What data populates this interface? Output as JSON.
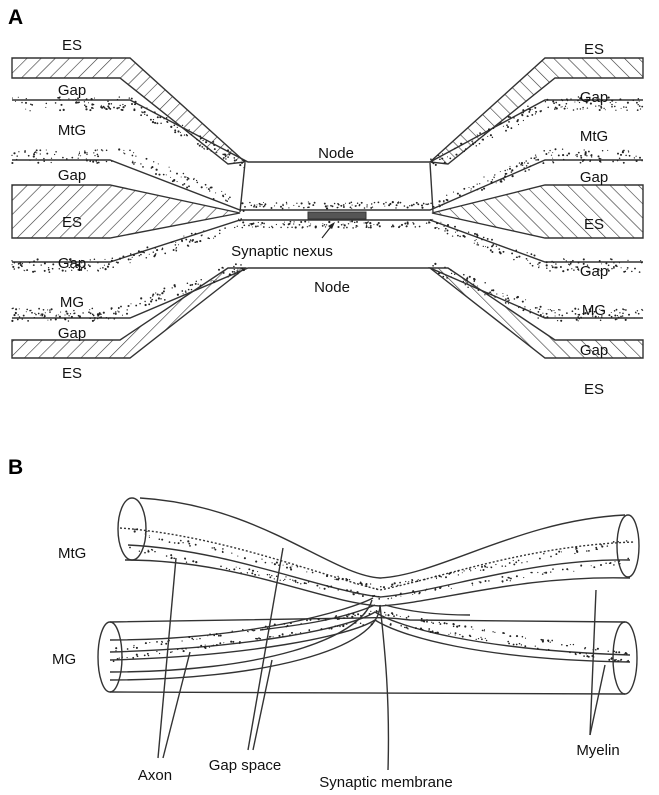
{
  "panel_a": {
    "letter": "A",
    "left_labels": [
      "ES",
      "Gap",
      "MtG",
      "Gap",
      "ES",
      "Gap",
      "MG",
      "Gap",
      "ES"
    ],
    "right_labels": [
      "ES",
      "Gap",
      "MtG",
      "Gap",
      "ES",
      "Gap",
      "MG",
      "Gap",
      "ES"
    ],
    "node_top": "Node",
    "node_bottom": "Node",
    "synaptic_nexus": "Synaptic nexus"
  },
  "panel_b": {
    "letter": "B",
    "mtg": "MtG",
    "mg": "MG",
    "axon": "Axon",
    "gap_space": "Gap space",
    "synaptic_membrane": "Synaptic membrane",
    "myelin": "Myelin"
  }
}
